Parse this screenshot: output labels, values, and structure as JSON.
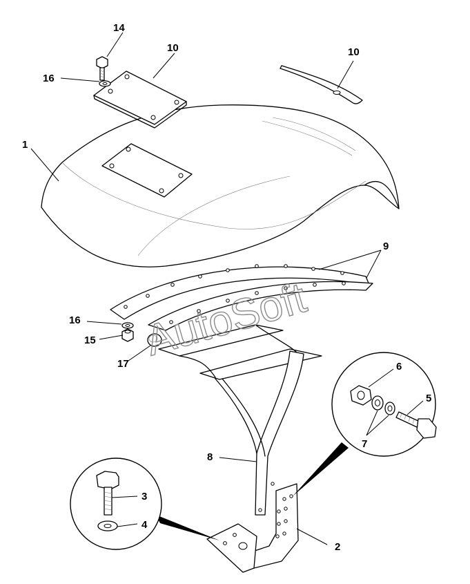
{
  "watermark": "AutoSoft",
  "callouts": [
    {
      "id": "c1",
      "text": "1"
    },
    {
      "id": "c2",
      "text": "2"
    },
    {
      "id": "c3",
      "text": "3"
    },
    {
      "id": "c4",
      "text": "4"
    },
    {
      "id": "c5",
      "text": "5"
    },
    {
      "id": "c6",
      "text": "6"
    },
    {
      "id": "c7",
      "text": "7"
    },
    {
      "id": "c8",
      "text": "8"
    },
    {
      "id": "c9",
      "text": "9"
    },
    {
      "id": "c10a",
      "text": "10"
    },
    {
      "id": "c10b",
      "text": "10"
    },
    {
      "id": "c14",
      "text": "14"
    },
    {
      "id": "c15",
      "text": "15"
    },
    {
      "id": "c16a",
      "text": "16"
    },
    {
      "id": "c16b",
      "text": "16"
    },
    {
      "id": "c17",
      "text": "17"
    }
  ]
}
